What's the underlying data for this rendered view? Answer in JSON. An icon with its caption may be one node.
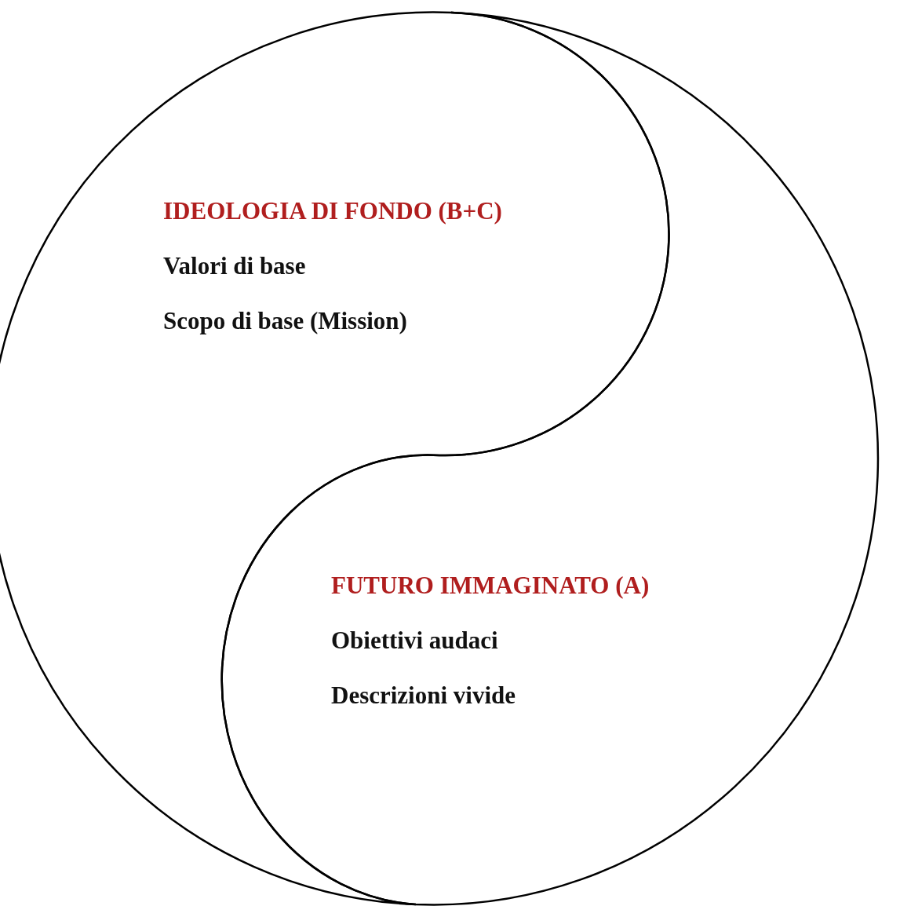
{
  "diagram": {
    "nodes": [
      {
        "text": [
          "IDEOLOGIA DI FONDO (B+C)",
          "Valori di base",
          "Scopo di base (Mission)"
        ]
      },
      {
        "text": [
          "FUTURO IMMAGINATO (A)",
          "Obiettivi audaci",
          "Descrizioni vivide"
        ]
      }
    ]
  }
}
